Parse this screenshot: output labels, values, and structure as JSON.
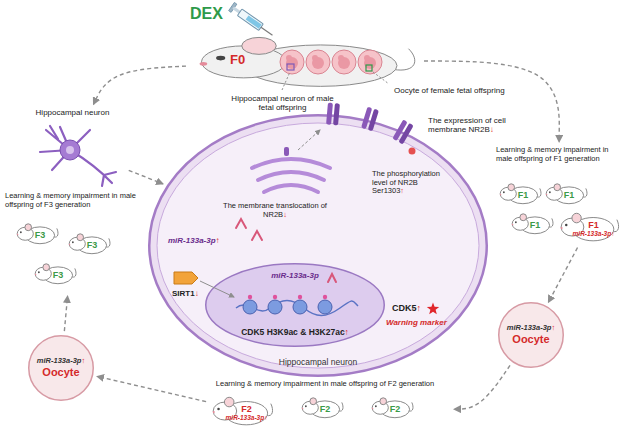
{
  "diagram": {
    "nodes": [
      {
        "text": [
          "F0"
        ]
      },
      {
        "text": [
          "Hippocampal neuron"
        ]
      },
      {
        "text": [
          "Hippocampal neuron"
        ]
      },
      {
        "text": [
          "miR-133a-3p",
          "CDK5 H3K9ac & H3K27ac↑"
        ],
        "in": 2
      },
      {
        "text": [
          "Learning & memory impairment in male offspring of F1 generation"
        ]
      },
      {
        "text": [
          "F1"
        ],
        "in": 4
      },
      {
        "text": [
          "F1"
        ],
        "in": 4
      },
      {
        "text": [
          "F1"
        ],
        "in": 4
      },
      {
        "text": [
          "F1",
          "miR-133a-3p↑"
        ],
        "in": 4
      },
      {
        "text": [
          "miR-133a-3p↑",
          "Oocyte"
        ]
      },
      {
        "text": [
          "Learning & memory impairment in male offspring of F2 generation"
        ]
      },
      {
        "text": [
          "F2"
        ],
        "in": 10
      },
      {
        "text": [
          "F2"
        ],
        "in": 10
      },
      {
        "text": [
          "F2",
          "miR-133a-3p↑"
        ],
        "in": 10
      },
      {
        "text": [
          "miR-133a-3p↑",
          "Oocyte"
        ]
      },
      {
        "text": [
          "Learning & memory impairment in male offspring of F3 generation"
        ]
      },
      {
        "text": [
          "F3"
        ],
        "in": 15
      },
      {
        "text": [
          "F3"
        ],
        "in": 15
      },
      {
        "text": [
          "F3"
        ],
        "in": 15
      }
    ],
    "edges": [
      {
        "from": 0,
        "to": 1,
        "arrow": "to"
      },
      {
        "from": 1,
        "to": 2,
        "arrow": "to"
      },
      {
        "from": 0,
        "to": 4,
        "arrow": "to"
      },
      {
        "from": 8,
        "to": 9,
        "arrow": "to"
      },
      {
        "from": 9,
        "to": 10,
        "arrow": "to"
      },
      {
        "from": 13,
        "to": 14,
        "arrow": "to"
      },
      {
        "from": 14,
        "to": 15,
        "arrow": "to"
      }
    ],
    "labels": [
      "DEX",
      "Oocyte of female fetal offspring",
      "Hippocampal neuron of male fetal offspring",
      "The expression of cell membrane NR2B↓",
      "The membrane translocation of NR2B↓",
      "The phosphorylation level of NR2B Ser1303↑",
      "miR-133a-3p↑",
      "SIRT1↓",
      "CDK5↑",
      "Warning marker"
    ]
  }
}
